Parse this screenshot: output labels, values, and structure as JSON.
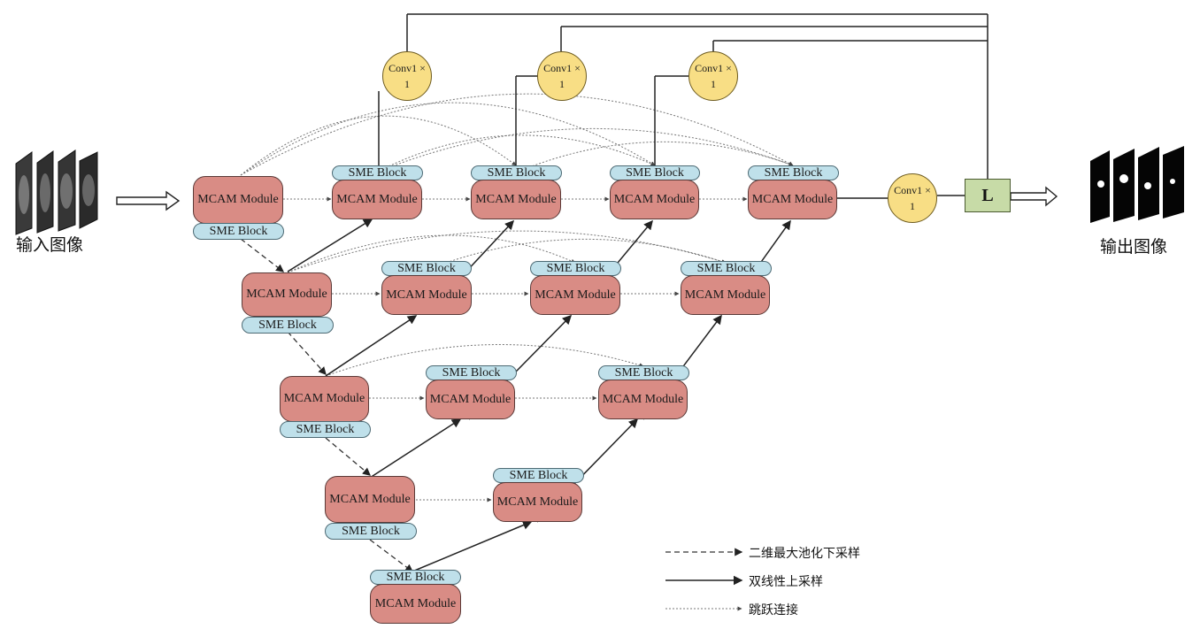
{
  "input_label": "输入图像",
  "output_label": "输出图像",
  "module_label": "MCAM Module",
  "sme_label": "SME Block",
  "conv_label_line1": "Conv1 ×",
  "conv_label_line2": "1",
  "final_op_label": "L",
  "legend": {
    "downsample": "二维最大池化下采样",
    "upsample": "双线性上采样",
    "skip": "跳跃连接"
  },
  "colors": {
    "module_fill": "#d98c85",
    "sme_fill": "#bfe0ea",
    "conv_fill": "#f8de85",
    "l_fill": "#c7dba7"
  }
}
